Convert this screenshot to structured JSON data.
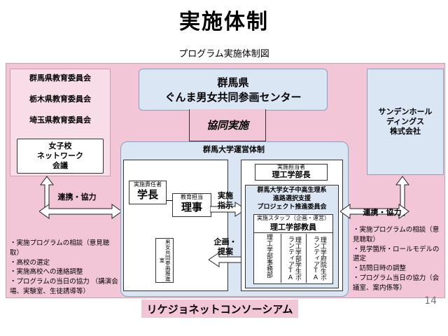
{
  "title": "実施体制",
  "subtitle": "プログラム実施体制図",
  "left": {
    "boards": [
      "群馬県教育委員会",
      "栃木県教育委員会",
      "埼玉県教育委員会"
    ],
    "network": "女子校\nネットワーク\n会議",
    "arrow_label": "連携・協力",
    "notes": [
      "・実施プログラムの相談（意見聴取）",
      "・高校の選定",
      "・実施高校への連絡調整",
      "・プログラムの当日の協力 （講演会場、実験室、生徒誘導等）"
    ]
  },
  "gunma_pref": {
    "line1": "群馬県",
    "line2": "ぐんま男女共同参画センター"
  },
  "joint": "協同実施",
  "univ": {
    "title": "群馬大学運営体制",
    "responsible_label": "実施責任者",
    "responsible": "学長",
    "edu_label": "教育担当",
    "edu": "理事",
    "gender_office": "男女共同参画推進室",
    "arrow_impl": "実施\n指示",
    "arrow_plan": "企画・\n提案",
    "coordinator_label": "実施担当者",
    "coordinator": "理工学部長",
    "committee": "群馬大学女子中高生理系\n進路選択支援\nプロジェクト推進委員会",
    "staff_label": "実施スタッフ（企画・運営）",
    "staff": "理工学部教員",
    "cols": [
      "理工学部事務部",
      "理工学部学生ボランティアTA",
      "理工学府院生ボランティアTA"
    ]
  },
  "right": {
    "company": "サンデンホール\nディングス\n株式会社",
    "arrow_label": "連携・協力",
    "notes": [
      "・実施プログラムの相談（意見聴取）",
      "・見学箇所・ロールモデルの選定",
      "・訪問日時の調整",
      "・プログラム当日の協力（会議室、案内係等）"
    ]
  },
  "consortium": "リケジョネットコンソーシアム",
  "page_number": "14",
  "colors": {
    "consortium_bg": "#f2c6d7",
    "box_blue": "#dbe6f4",
    "joint_bg": "#f2c6d7",
    "univ_bg": "#dbe6f4"
  }
}
